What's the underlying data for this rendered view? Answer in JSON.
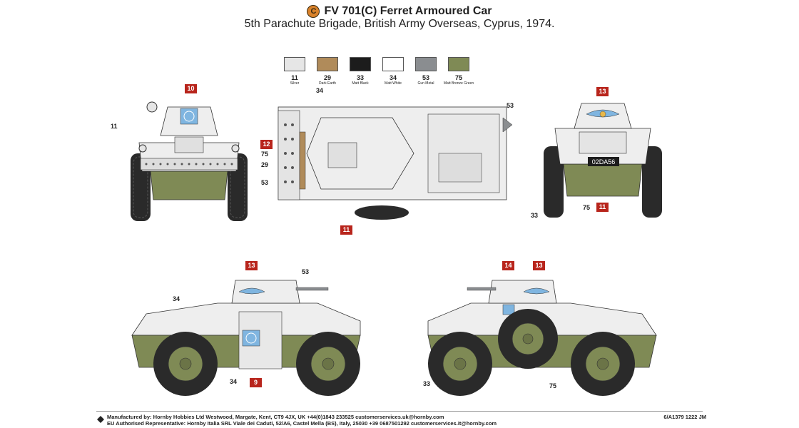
{
  "header": {
    "scheme_badge": "C",
    "title": "FV 701(C) Ferret Armoured Car",
    "subtitle": "5th Parachute Brigade, British Army Overseas, Cyprus, 1974."
  },
  "colors": {
    "silver": "#e6e6e6",
    "dark_earth": "#b08b5a",
    "matt_black": "#1c1c1c",
    "matt_white": "#ffffff",
    "gun_metal": "#8a8d90",
    "matt_bronze_green": "#7f8a55",
    "marker_red": "#b8251c",
    "un_blue": "#7fb5e0",
    "body_grey": "#eeeeee"
  },
  "paints": [
    {
      "number": "11",
      "name": "Silver",
      "color": "#e6e6e6"
    },
    {
      "number": "29",
      "name": "Dark Earth",
      "color": "#b08b5a"
    },
    {
      "number": "33",
      "name": "Matt Black",
      "color": "#1c1c1c"
    },
    {
      "number": "34",
      "name": "Matt White",
      "color": "#ffffff"
    },
    {
      "number": "53",
      "name": "Gun Metal",
      "color": "#8a8d90"
    },
    {
      "number": "75",
      "name": "Matt Bronze Green",
      "color": "#7f8a55"
    }
  ],
  "callouts": {
    "front_11": "11",
    "top_34": "34",
    "top_53": "53",
    "top_75": "75",
    "top_29": "29",
    "top_53b": "53",
    "rear_53": "",
    "rear_33": "33",
    "rear_75": "75",
    "left_34": "34",
    "left_53": "53",
    "left_34b": "34",
    "right_33": "33",
    "right_75": "75"
  },
  "markers": {
    "front_10": "10",
    "top_12": "12",
    "top_11": "11",
    "rear_13": "13",
    "rear_11": "11",
    "left_13": "13",
    "left_9": "9",
    "right_14": "14",
    "right_13": "13"
  },
  "plate": {
    "registration": "02DA56"
  },
  "footer": {
    "line1": "Manufactured by: Hornby Hobbies Ltd Westwood, Margate, Kent, CT9 4JX, UK +44(0)1843 233525 customerservices.uk@hornby.com",
    "line2": "EU Authorised Representative: Hornby Italia SRL Viale dei Caduti, 52/A6, Castel Mella (BS), Italy, 25030 +39 0687501292 customerservices.it@hornby.com",
    "code": "6/A1379 1222 JM"
  }
}
